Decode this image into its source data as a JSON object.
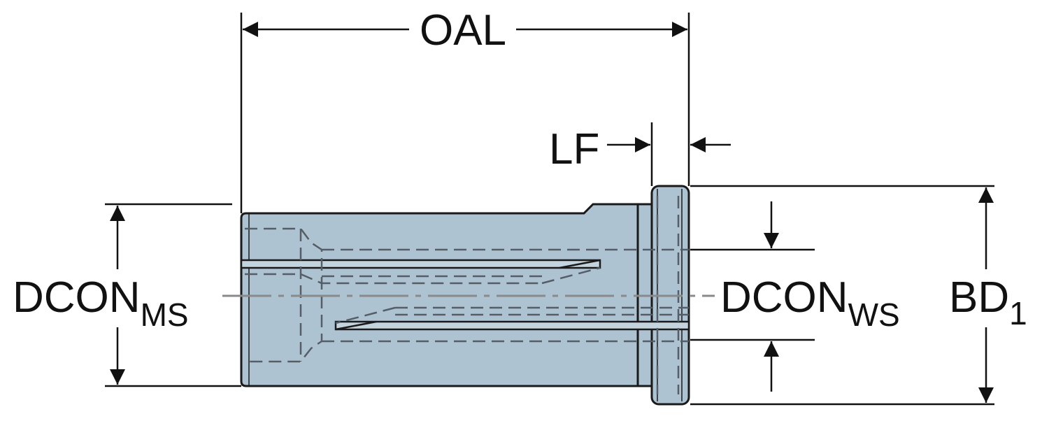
{
  "diagram": {
    "title": "Collet dimension drawing",
    "colors": {
      "body_fill": "#aec3d2",
      "outline": "#1a1a1a",
      "hidden_line": "#555e66",
      "centerline": "#8a8a8a"
    },
    "labels": {
      "oal": "OAL",
      "lf": "LF",
      "dcon_ms_main": "DCON",
      "dcon_ms_sub": "MS",
      "dcon_ws_main": "DCON",
      "dcon_ws_sub": "WS",
      "bd_main": "BD",
      "bd_sub": "1"
    }
  }
}
